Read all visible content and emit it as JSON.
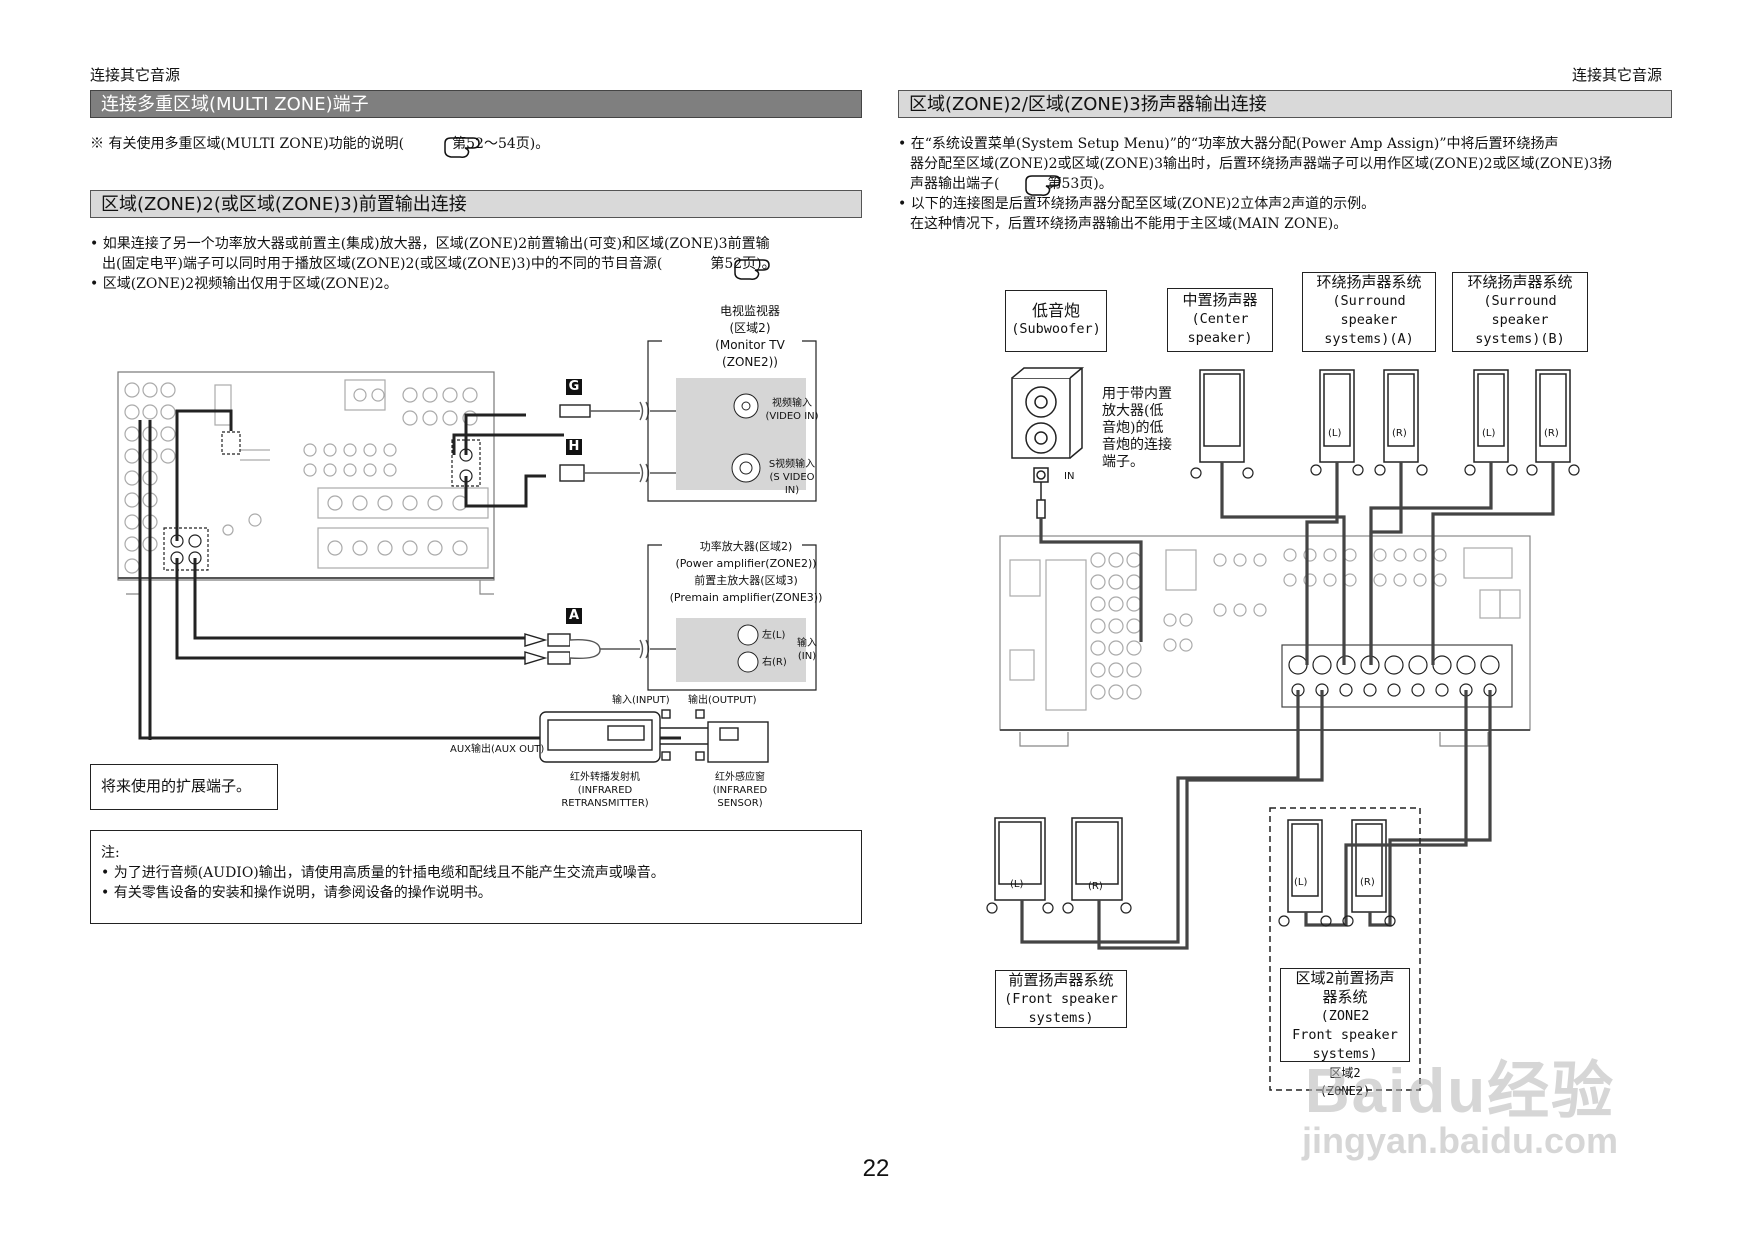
{
  "left": {
    "section_header": "连接其它音源",
    "title_bar": "连接多重区域(MULTI ZONE)端子",
    "ref_note": "※ 有关使用多重区域(MULTI ZONE)功能的说明(",
    "ref_note_pages": "第52～54页)。",
    "sub_bar": "区域(ZONE)2(或区域(ZONE)3)前置输出连接",
    "bullet1": "• 如果连接了另一个功率放大器或前置主(集成)放大器，区域(ZONE)2前置输出(可变)和区域(ZONE)3前置输",
    "bullet1b": "出(固定电平)端子可以同时用于播放区域(ZONE)2(或区域(ZONE)3)中的不同的节目音源(",
    "bullet1b_pages": "第52页)。",
    "bullet2": "• 区域(ZONE)2视频输出仅用于区域(ZONE)2。",
    "monitor_title": [
      "电视监视器",
      "(区域2)",
      "(Monitor TV",
      "(ZONE2))"
    ],
    "video_in": [
      "视频输入",
      "(VIDEO IN)"
    ],
    "svideo_in": [
      "S视频输入",
      "(S VIDEO IN)"
    ],
    "badge_g": "G",
    "badge_h": "H",
    "badge_a": "A",
    "amp_title": [
      "功率放大器(区域2)",
      "(Power amplifier(ZONE2))",
      "前置主放大器(区域3)",
      "(Premain amplifier(ZONE3))"
    ],
    "amp_left": "左(L)",
    "amp_right": "右(R)",
    "amp_input": [
      "输入",
      "(IN)"
    ],
    "input_label": "输入(INPUT)",
    "output_label": "输出(OUTPUT)",
    "aux_out": "AUX输出(AUX OUT)",
    "retransmitter": [
      "红外转播发射机",
      "(INFRARED RETRANSMITTER)"
    ],
    "sensor": [
      "红外感应窗",
      "(INFRARED SENSOR)"
    ],
    "future_box": "将来使用的扩展端子。",
    "notes_title": "注:",
    "note1": "• 为了进行音频(AUDIO)输出，请使用高质量的针插电缆和配线且不能产生交流声或噪音。",
    "note2": "• 有关零售设备的安装和操作说明，请参阅设备的操作说明书。"
  },
  "right": {
    "section_header": "连接其它音源",
    "title_bar": "区域(ZONE)2/区域(ZONE)3扬声器输出连接",
    "bullet1a": "• 在“系统设置菜单(System Setup Menu)”的“功率放大器分配(Power Amp Assign)”中将后置环绕扬声",
    "bullet1b": "器分配至区域(ZONE)2或区域(ZONE)3输出时，后置环绕扬声器端子可以用作区域(ZONE)2或区域(ZONE)3扬",
    "bullet1c": "声器输出端子(",
    "bullet1c_pages": "第53页)。",
    "bullet2a": "• 以下的连接图是后置环绕扬声器分配至区域(ZONE)2立体声2声道的示例。",
    "bullet2b": "在这种情况下，后置环绕扬声器输出不能用于主区域(MAIN ZONE)。",
    "subwoofer": [
      "低音炮",
      "(Subwoofer)"
    ],
    "center": [
      "中置扬声器",
      "(Center",
      "speaker)"
    ],
    "surround_a": [
      "环绕扬声器系统",
      "(Surround",
      "speaker",
      "systems)(A)"
    ],
    "surround_b": [
      "环绕扬声器系统",
      "(Surround",
      "speaker",
      "systems)(B)"
    ],
    "sub_note": [
      "用于带内置",
      "放大器(低",
      "音炮)的低",
      "音炮的连接",
      "端子。"
    ],
    "in_label": "IN",
    "spk_l": "(L)",
    "spk_r": "(R)",
    "front_box": [
      "前置扬声器系统",
      "(Front speaker",
      "systems)"
    ],
    "zone2_box": [
      "区域2前置扬声",
      "器系统",
      "(ZONE2",
      "Front speaker",
      "systems)"
    ],
    "zone2_tag": [
      "区域2",
      "(ZONE2)"
    ]
  },
  "page_number": "22",
  "watermark": [
    "Baidu经验",
    "jingyan.baidu.com"
  ]
}
